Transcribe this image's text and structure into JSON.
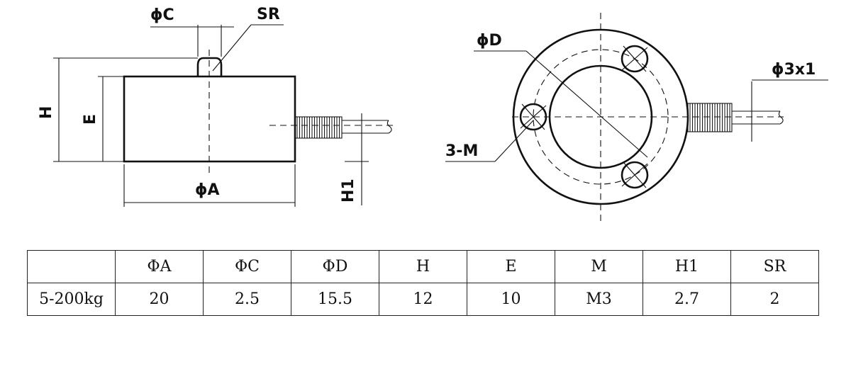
{
  "drawing": {
    "side_view_labels": {
      "phi_c": "ϕC",
      "sr": "SR",
      "h": "H",
      "e": "E",
      "phi_a": "ϕA",
      "h1": "H1"
    },
    "top_view_labels": {
      "phi_d": "ϕD",
      "cable": "ϕ3x1",
      "m": "3-M"
    }
  },
  "table": {
    "headers": [
      "",
      "ΦA",
      "ΦC",
      "ΦD",
      "H",
      "E",
      "M",
      "H1",
      "SR"
    ],
    "rows": [
      [
        "5-200kg",
        "20",
        "2.5",
        "15.5",
        "12",
        "10",
        "M3",
        "2.7",
        "2"
      ]
    ]
  }
}
